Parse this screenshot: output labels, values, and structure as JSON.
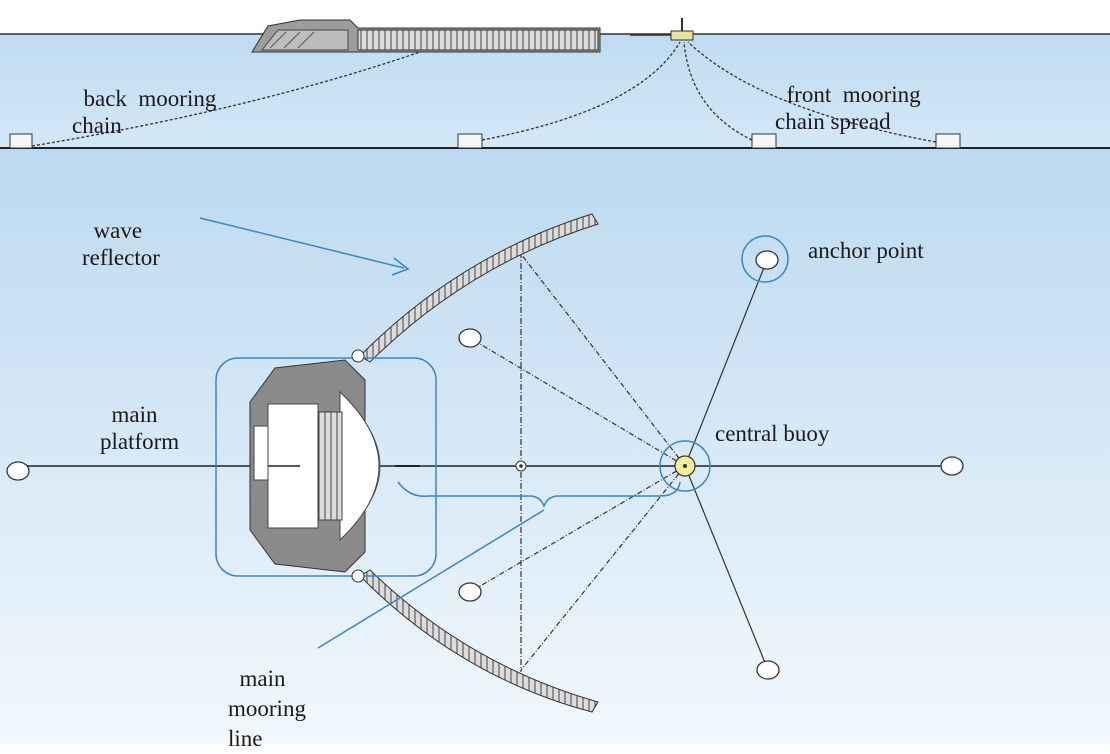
{
  "labels": {
    "back_mooring": [
      "back",
      "mooring",
      "chain"
    ],
    "front_mooring": [
      "front",
      "mooring",
      "chain spread"
    ],
    "wave_reflector": [
      "wave",
      "reflector"
    ],
    "anchor_point": "anchor point",
    "main_platform": [
      "main",
      "platform"
    ],
    "central_buoy": "central buoy",
    "main_mooring_line": [
      "main",
      "mooring",
      "line"
    ]
  },
  "colors": {
    "sky_top": "#cfe3f3",
    "sky_bottom": "#eef6fc",
    "callout": "#3a86c8",
    "line": "#222222",
    "buoy": "#f3ee9a",
    "platform": "#8a8a8a"
  }
}
